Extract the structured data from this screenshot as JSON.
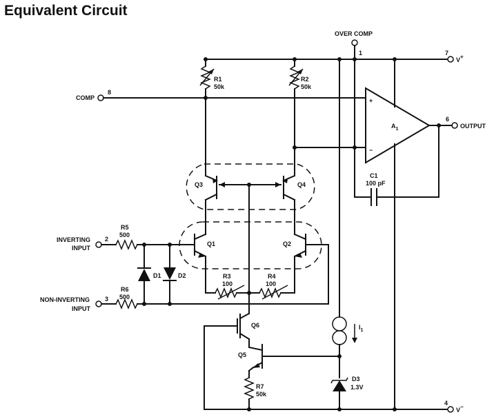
{
  "title": "Equivalent Circuit",
  "labels": {
    "over_comp": "OVER COMP",
    "comp": "COMP",
    "inverting_line1": "INVERTING",
    "inverting_line2": "INPUT",
    "noninverting_line1": "NON-INVERTING",
    "noninverting_line2": "INPUT",
    "vplus_v": "V",
    "vplus_sign": "+",
    "vminus_v": "V",
    "vminus_sign": "−",
    "output": "OUTPUT"
  },
  "pins": {
    "comp": "8",
    "over_comp": "1",
    "vplus": "7",
    "output": "6",
    "inverting": "2",
    "noninverting": "3",
    "vminus": "4"
  },
  "components": {
    "r1_name": "R1",
    "r1_value": "50k",
    "r2_name": "R2",
    "r2_value": "50k",
    "r3_name": "R3",
    "r3_value": "100",
    "r4_name": "R4",
    "r4_value": "100",
    "r5_name": "R5",
    "r5_value": "500",
    "r6_name": "R6",
    "r6_value": "500",
    "r7_name": "R7",
    "r7_value": "50k",
    "c1_name": "C1",
    "c1_value": "100 pF",
    "a1_main": "A",
    "a1_sub": "1",
    "d1": "D1",
    "d2": "D2",
    "d3_name": "D3",
    "d3_value": "1.3V",
    "q1": "Q1",
    "q2": "Q2",
    "q3": "Q3",
    "q4": "Q4",
    "q5": "Q5",
    "q6": "Q6",
    "i1_main": "I",
    "i1_sub": "1",
    "amp_plus": "+",
    "amp_minus": "−"
  }
}
